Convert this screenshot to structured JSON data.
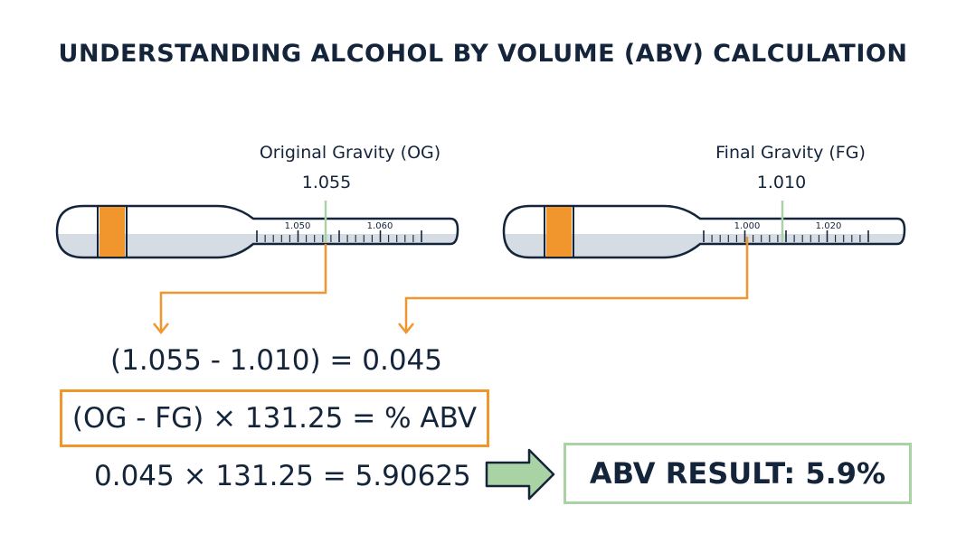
{
  "title": "UNDERSTANDING ALCOHOL BY VOLUME (ABV) CALCULATION",
  "og": {
    "label": "Original Gravity (OG)",
    "value": "1.055",
    "ticks": [
      "1.050",
      "1.060"
    ]
  },
  "fg": {
    "label": "Final Gravity (FG)",
    "value": "1.010",
    "ticks": [
      "1.000",
      "1.020"
    ]
  },
  "difference_formula": "(1.055 - 1.010) = 0.045",
  "abv_formula": "(OG - FG) × 131.25 = % ABV",
  "calculation": "0.045 × 131.25 = 5.90625",
  "result": "ABV RESULT: 5.9%",
  "colors": {
    "orange": "#f0962c",
    "green": "#a9d3a5",
    "text": "#14243a",
    "liquid": "#d6dce3"
  }
}
